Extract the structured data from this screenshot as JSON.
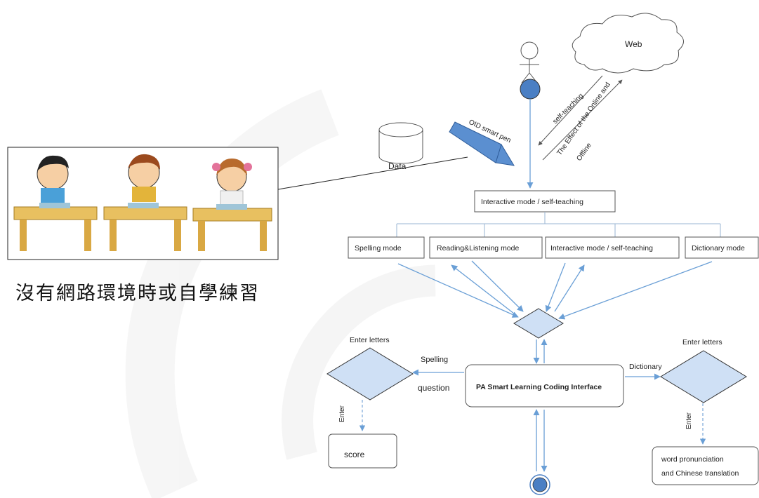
{
  "caption": "沒有網路環境時或自學練習",
  "nodes": {
    "web": "Web",
    "data": "Data",
    "pen": "OID smart pen",
    "self_teaching_arrow": "self-teaching",
    "effect_line1": "The Effect of the Online and",
    "effect_line2": "Offline",
    "top_box": "Interactive mode / self-teaching",
    "spelling_mode": "Spelling mode",
    "reading_mode": "Reading&Listening mode",
    "interactive_mode": "Interactive mode / self-teaching",
    "dictionary_mode": "Dictionary mode",
    "enter_letters_left": "Enter letters",
    "enter_letters_right": "Enter letters",
    "spelling_label": "Spelling",
    "question_label": "question",
    "dictionary_label": "Dictionary",
    "interface": "PA Smart Learning Coding Interface",
    "enter_left": "Enter",
    "enter_right": "Enter",
    "score": "score",
    "result_line1": "word pronunciation",
    "result_line2": "and Chinese translation"
  },
  "colors": {
    "diamond_fill": "#cfe0f5",
    "arrow": "#6a9fd6",
    "pen": "#5b8fd0",
    "desk": "#e8c060"
  }
}
